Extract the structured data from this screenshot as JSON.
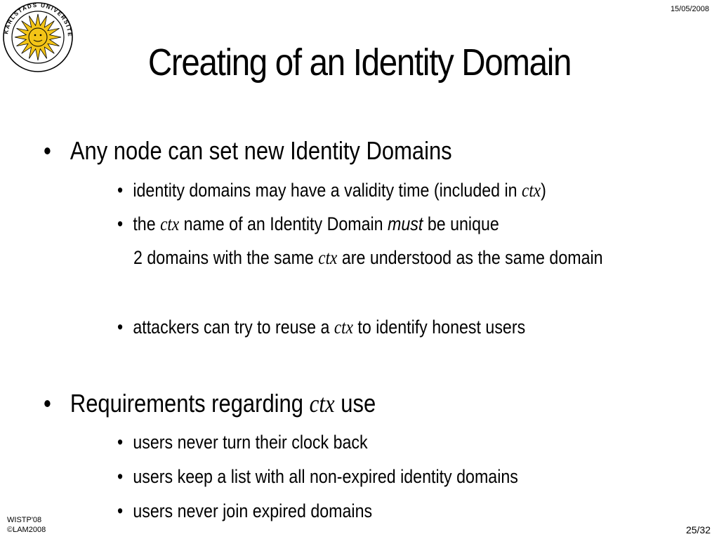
{
  "header": {
    "date": "15/05/2008",
    "logo_text": "KARLSTADS UNIVERSITET"
  },
  "slide": {
    "title": "Creating of an Identity Domain",
    "bullets": [
      {
        "text": "Any node can set new Identity Domains",
        "sub": [
          {
            "pre": "identity domains may have a validity time (included in ",
            "ctx": "ctx",
            "post": ")"
          },
          {
            "pre": "the ",
            "ctx": "ctx",
            "mid": " name of an Identity Domain ",
            "em": "must",
            "post": " be unique"
          },
          {
            "pre": "2 domains with the same ",
            "ctx": "ctx",
            "post": " are understood as the same domain"
          },
          {
            "pre": "attackers can try to reuse a ",
            "ctx": "ctx",
            "post": " to identify honest users"
          }
        ]
      },
      {
        "pre": "Requirements regarding ",
        "ctx": "ctx",
        "post": " use",
        "sub": [
          {
            "text": "users never turn their clock back"
          },
          {
            "text": "users keep a list with all non-expired identity domains"
          },
          {
            "text": "users never join expired domains"
          }
        ]
      }
    ]
  },
  "footer": {
    "conference": "WISTP'08",
    "copyright": "©LAM2008",
    "page": "25/32"
  },
  "colors": {
    "sun": "#f3c417",
    "text": "#000000",
    "background": "#ffffff"
  }
}
